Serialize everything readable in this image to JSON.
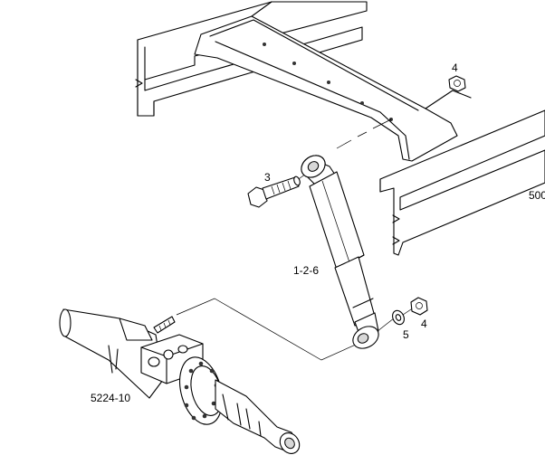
{
  "callouts": {
    "bolt": "3",
    "nut_top": "4",
    "nut_bottom": "4",
    "washer": "5",
    "shock_absorber": "1-2-6",
    "axle_ref": "5224-10",
    "frame_ref_partial": "500"
  }
}
